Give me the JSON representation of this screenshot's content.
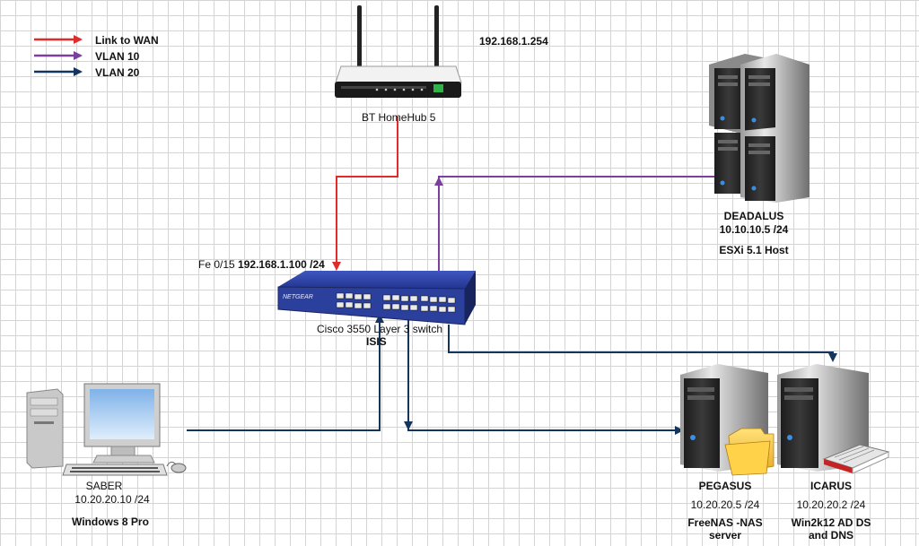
{
  "legend": {
    "items": [
      {
        "label": "Link to WAN",
        "color": "#e02b2b"
      },
      {
        "label": "VLAN 10",
        "color": "#7b3f9e"
      },
      {
        "label": "VLAN 20",
        "color": "#14355e"
      }
    ]
  },
  "router": {
    "ip": "192.168.1.254",
    "name": "BT HomeHub 5"
  },
  "switch": {
    "port": "Fe 0/15",
    "ip": "192.168.1.100 /24",
    "name": "Cisco 3550 Layer 3 switch",
    "hostname": "ISIS",
    "brand": "NETGEAR"
  },
  "deadalus": {
    "name": "DEADALUS",
    "ip": "10.10.10.5 /24",
    "role": "ESXi 5.1 Host"
  },
  "saber": {
    "name": "SABER",
    "ip": "10.20.20.10 /24",
    "os": "Windows 8 Pro"
  },
  "pegasus": {
    "name": "PEGASUS",
    "ip": "10.20.20.5 /24",
    "role_line1": "FreeNAS -NAS",
    "role_line2": "server"
  },
  "icarus": {
    "name": "ICARUS",
    "ip": "10.20.20.2 /24",
    "role_line1": "Win2k12 AD DS",
    "role_line2": "and DNS"
  },
  "colors": {
    "wan": "#e02b2b",
    "vlan10": "#7b3f9e",
    "vlan20": "#14355e",
    "switch_blue": "#2b3f9c",
    "server_dark": "#2a2a2a"
  }
}
